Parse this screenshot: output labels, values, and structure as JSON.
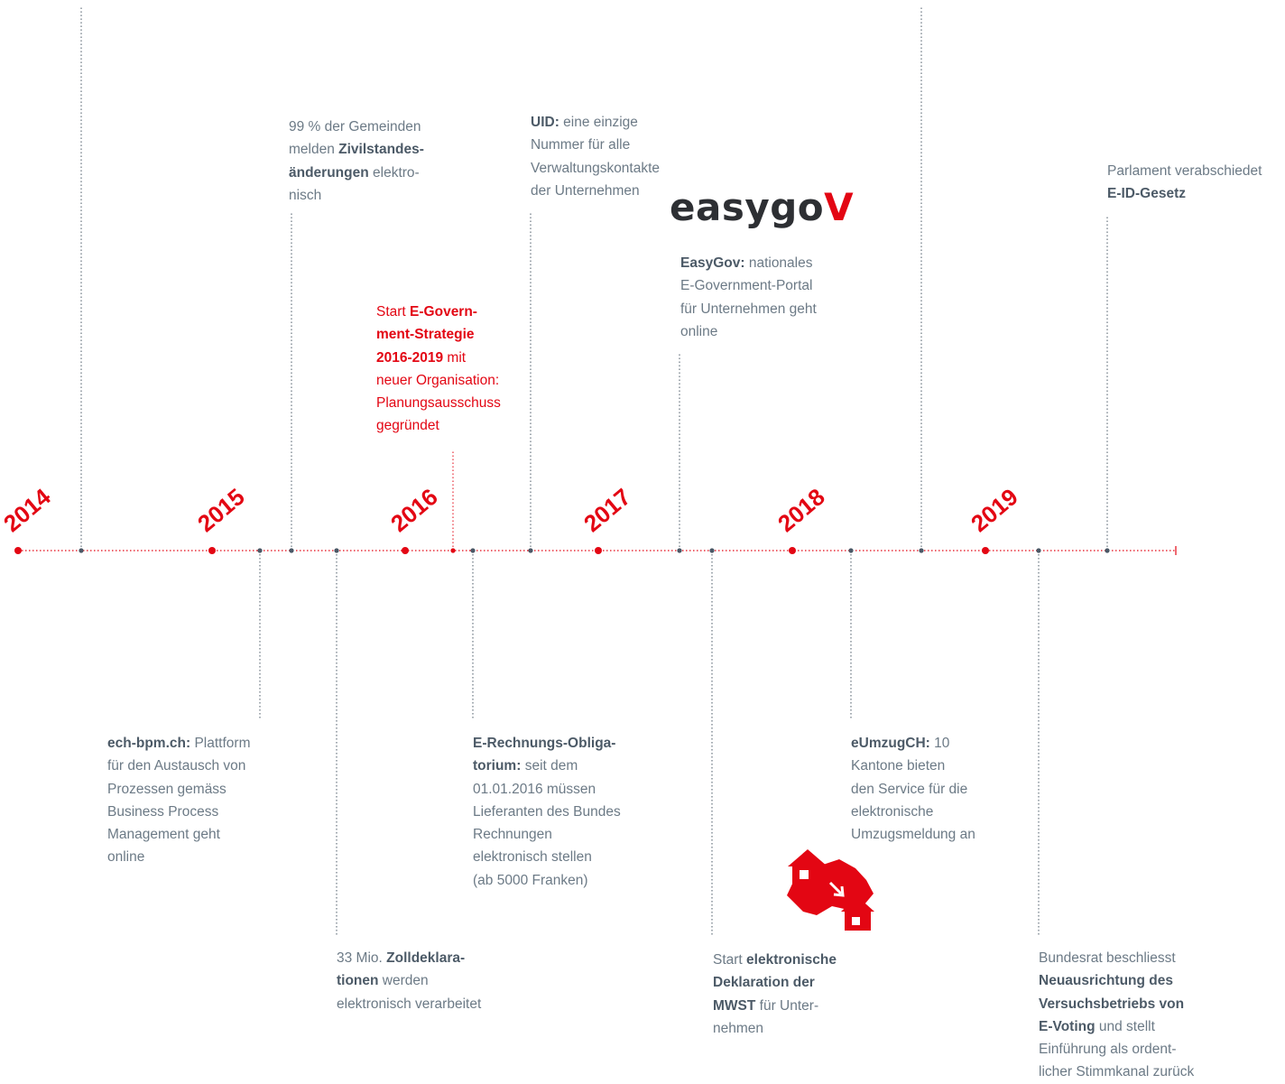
{
  "years": [
    "2014",
    "2015",
    "2016",
    "2017",
    "2018",
    "2019"
  ],
  "colors": {
    "accent": "#e30613",
    "text": "#6c7a86",
    "text_bold": "#4c5a67",
    "marker": "#4a5866"
  },
  "logo": {
    "text": "easygo",
    "accent_char": "V"
  },
  "icon": "houses-moving-switzerland-icon",
  "events": {
    "gemeinden": [
      "99 % der Gemeinden",
      "melden ",
      "Zivilstandes-",
      "änderungen",
      " elektro-",
      "nisch"
    ],
    "uid": [
      "UID:",
      " eine einzige",
      "Nummer für alle",
      "Verwaltungskontakte",
      "der Unternehmen"
    ],
    "eid": [
      "Parlament verabschiedet",
      "E-ID-Gesetz"
    ],
    "strategie": [
      "Start ",
      "E-Govern-",
      "ment-Strategie",
      "2016-2019",
      " mit",
      "neuer Organisation:",
      "Planungsausschuss",
      "gegründet"
    ],
    "easygov": [
      "EasyGov:",
      " nationales",
      "E-Government-Portal",
      "für Unternehmen geht",
      "online"
    ],
    "bpm": [
      "ech-bpm.ch:",
      " Plattform",
      "für den Austausch von",
      "Prozessen gemäss",
      "Business Process",
      "Management geht",
      "online"
    ],
    "rechnung": [
      "E-Rechnungs-Obliga-",
      "torium:",
      " seit dem",
      "01.01.2016 müssen",
      "Lieferanten des Bundes",
      "Rechnungen",
      "elektronisch stellen",
      "(ab 5000 Franken)"
    ],
    "umzug": [
      "eUmzugCH:",
      " 10",
      "Kantone bieten",
      "den Service für die",
      "elektronische",
      "Umzugsmeldung an"
    ],
    "zoll": [
      "33 Mio. ",
      "Zolldeklara-",
      "tionen",
      " werden",
      "elektronisch verarbeitet"
    ],
    "mwst": [
      "Start ",
      "elektronische",
      "Deklaration der",
      "MWST",
      " für Unter-",
      "nehmen"
    ],
    "evoting": [
      "Bundesrat beschliesst",
      "Neuausrichtung des",
      "Versuchsbetriebs von",
      "E-Voting",
      " und stellt",
      "Einführung als ordent-",
      "licher Stimmkanal zurück"
    ]
  }
}
